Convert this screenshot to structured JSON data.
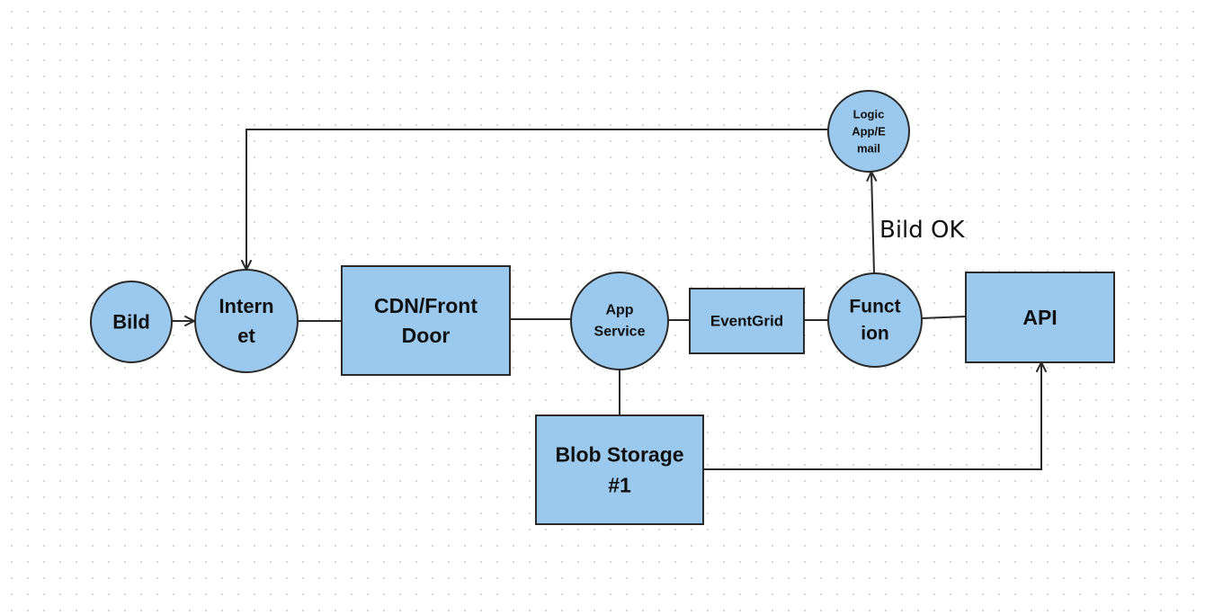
{
  "diagram": {
    "nodes": [
      {
        "id": "bild",
        "shape": "circle",
        "lines": [
          "Bild"
        ]
      },
      {
        "id": "internet",
        "shape": "circle",
        "lines": [
          "Intern",
          "et"
        ]
      },
      {
        "id": "cdn-front-door",
        "shape": "rect",
        "lines": [
          "CDN/Front",
          "Door"
        ]
      },
      {
        "id": "app-service",
        "shape": "circle",
        "lines": [
          "App",
          "Service"
        ]
      },
      {
        "id": "eventgrid",
        "shape": "rect",
        "lines": [
          "EventGrid"
        ]
      },
      {
        "id": "function",
        "shape": "circle",
        "lines": [
          "Funct",
          "ion"
        ]
      },
      {
        "id": "api",
        "shape": "rect",
        "lines": [
          "API"
        ]
      },
      {
        "id": "blob-storage",
        "shape": "rect",
        "lines": [
          "Blob Storage",
          "#1"
        ]
      },
      {
        "id": "logic-app",
        "shape": "circle",
        "lines": [
          "Logic",
          "App/E",
          "mail"
        ]
      }
    ],
    "edges": [
      {
        "id": "bild-to-internet",
        "from": "bild",
        "to": "internet",
        "arrow": true,
        "label": ""
      },
      {
        "id": "internet-to-cdn",
        "from": "internet",
        "to": "cdn-front-door",
        "arrow": false,
        "label": ""
      },
      {
        "id": "cdn-to-app-service",
        "from": "cdn-front-door",
        "to": "app-service",
        "arrow": false,
        "label": ""
      },
      {
        "id": "app-service-to-eventgrid",
        "from": "app-service",
        "to": "eventgrid",
        "arrow": false,
        "label": ""
      },
      {
        "id": "eventgrid-to-function",
        "from": "eventgrid",
        "to": "function",
        "arrow": false,
        "label": ""
      },
      {
        "id": "function-to-api",
        "from": "function",
        "to": "api",
        "arrow": false,
        "label": ""
      },
      {
        "id": "app-service-to-blob",
        "from": "app-service",
        "to": "blob-storage",
        "arrow": false,
        "label": ""
      },
      {
        "id": "blob-to-api",
        "from": "blob-storage",
        "to": "api",
        "arrow": true,
        "label": ""
      },
      {
        "id": "function-to-logic-app",
        "from": "function",
        "to": "logic-app",
        "arrow": true,
        "label": "Bild OK"
      },
      {
        "id": "logic-app-to-internet",
        "from": "logic-app",
        "to": "internet",
        "arrow": true,
        "label": ""
      }
    ]
  }
}
